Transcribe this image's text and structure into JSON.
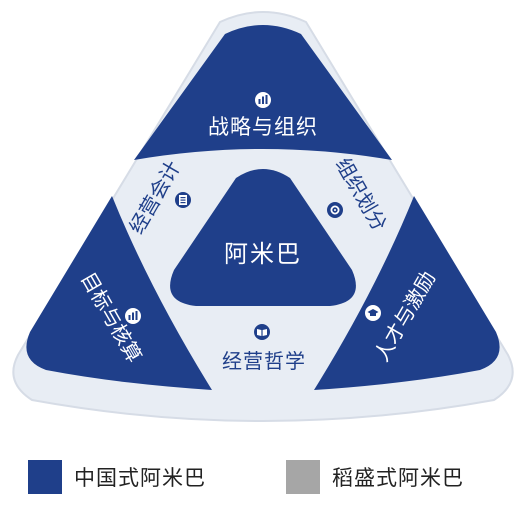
{
  "colors": {
    "navy": "#1f3f8a",
    "grey": "#a6a6a6",
    "light": "#e8edf4",
    "outline": "#d6dce6",
    "white": "#ffffff"
  },
  "diagram": {
    "center": "阿米巴",
    "top": "战略与组织",
    "left_bottom": "目标与核算",
    "right_bottom": "人才与激励",
    "left_upper": "经营会计",
    "right_upper": "组织划分",
    "bottom": "经营哲学"
  },
  "icons": {
    "top": "bar-chart-icon",
    "left_bottom": "bar-chart-icon",
    "right_bottom": "graduation-cap-icon",
    "left_upper": "ledger-icon",
    "right_upper": "settings-icon",
    "bottom": "book-icon"
  },
  "legend": [
    {
      "label": "中国式阿米巴",
      "color": "#1f3f8a"
    },
    {
      "label": "稻盛式阿米巴",
      "color": "#a6a6a6"
    }
  ]
}
